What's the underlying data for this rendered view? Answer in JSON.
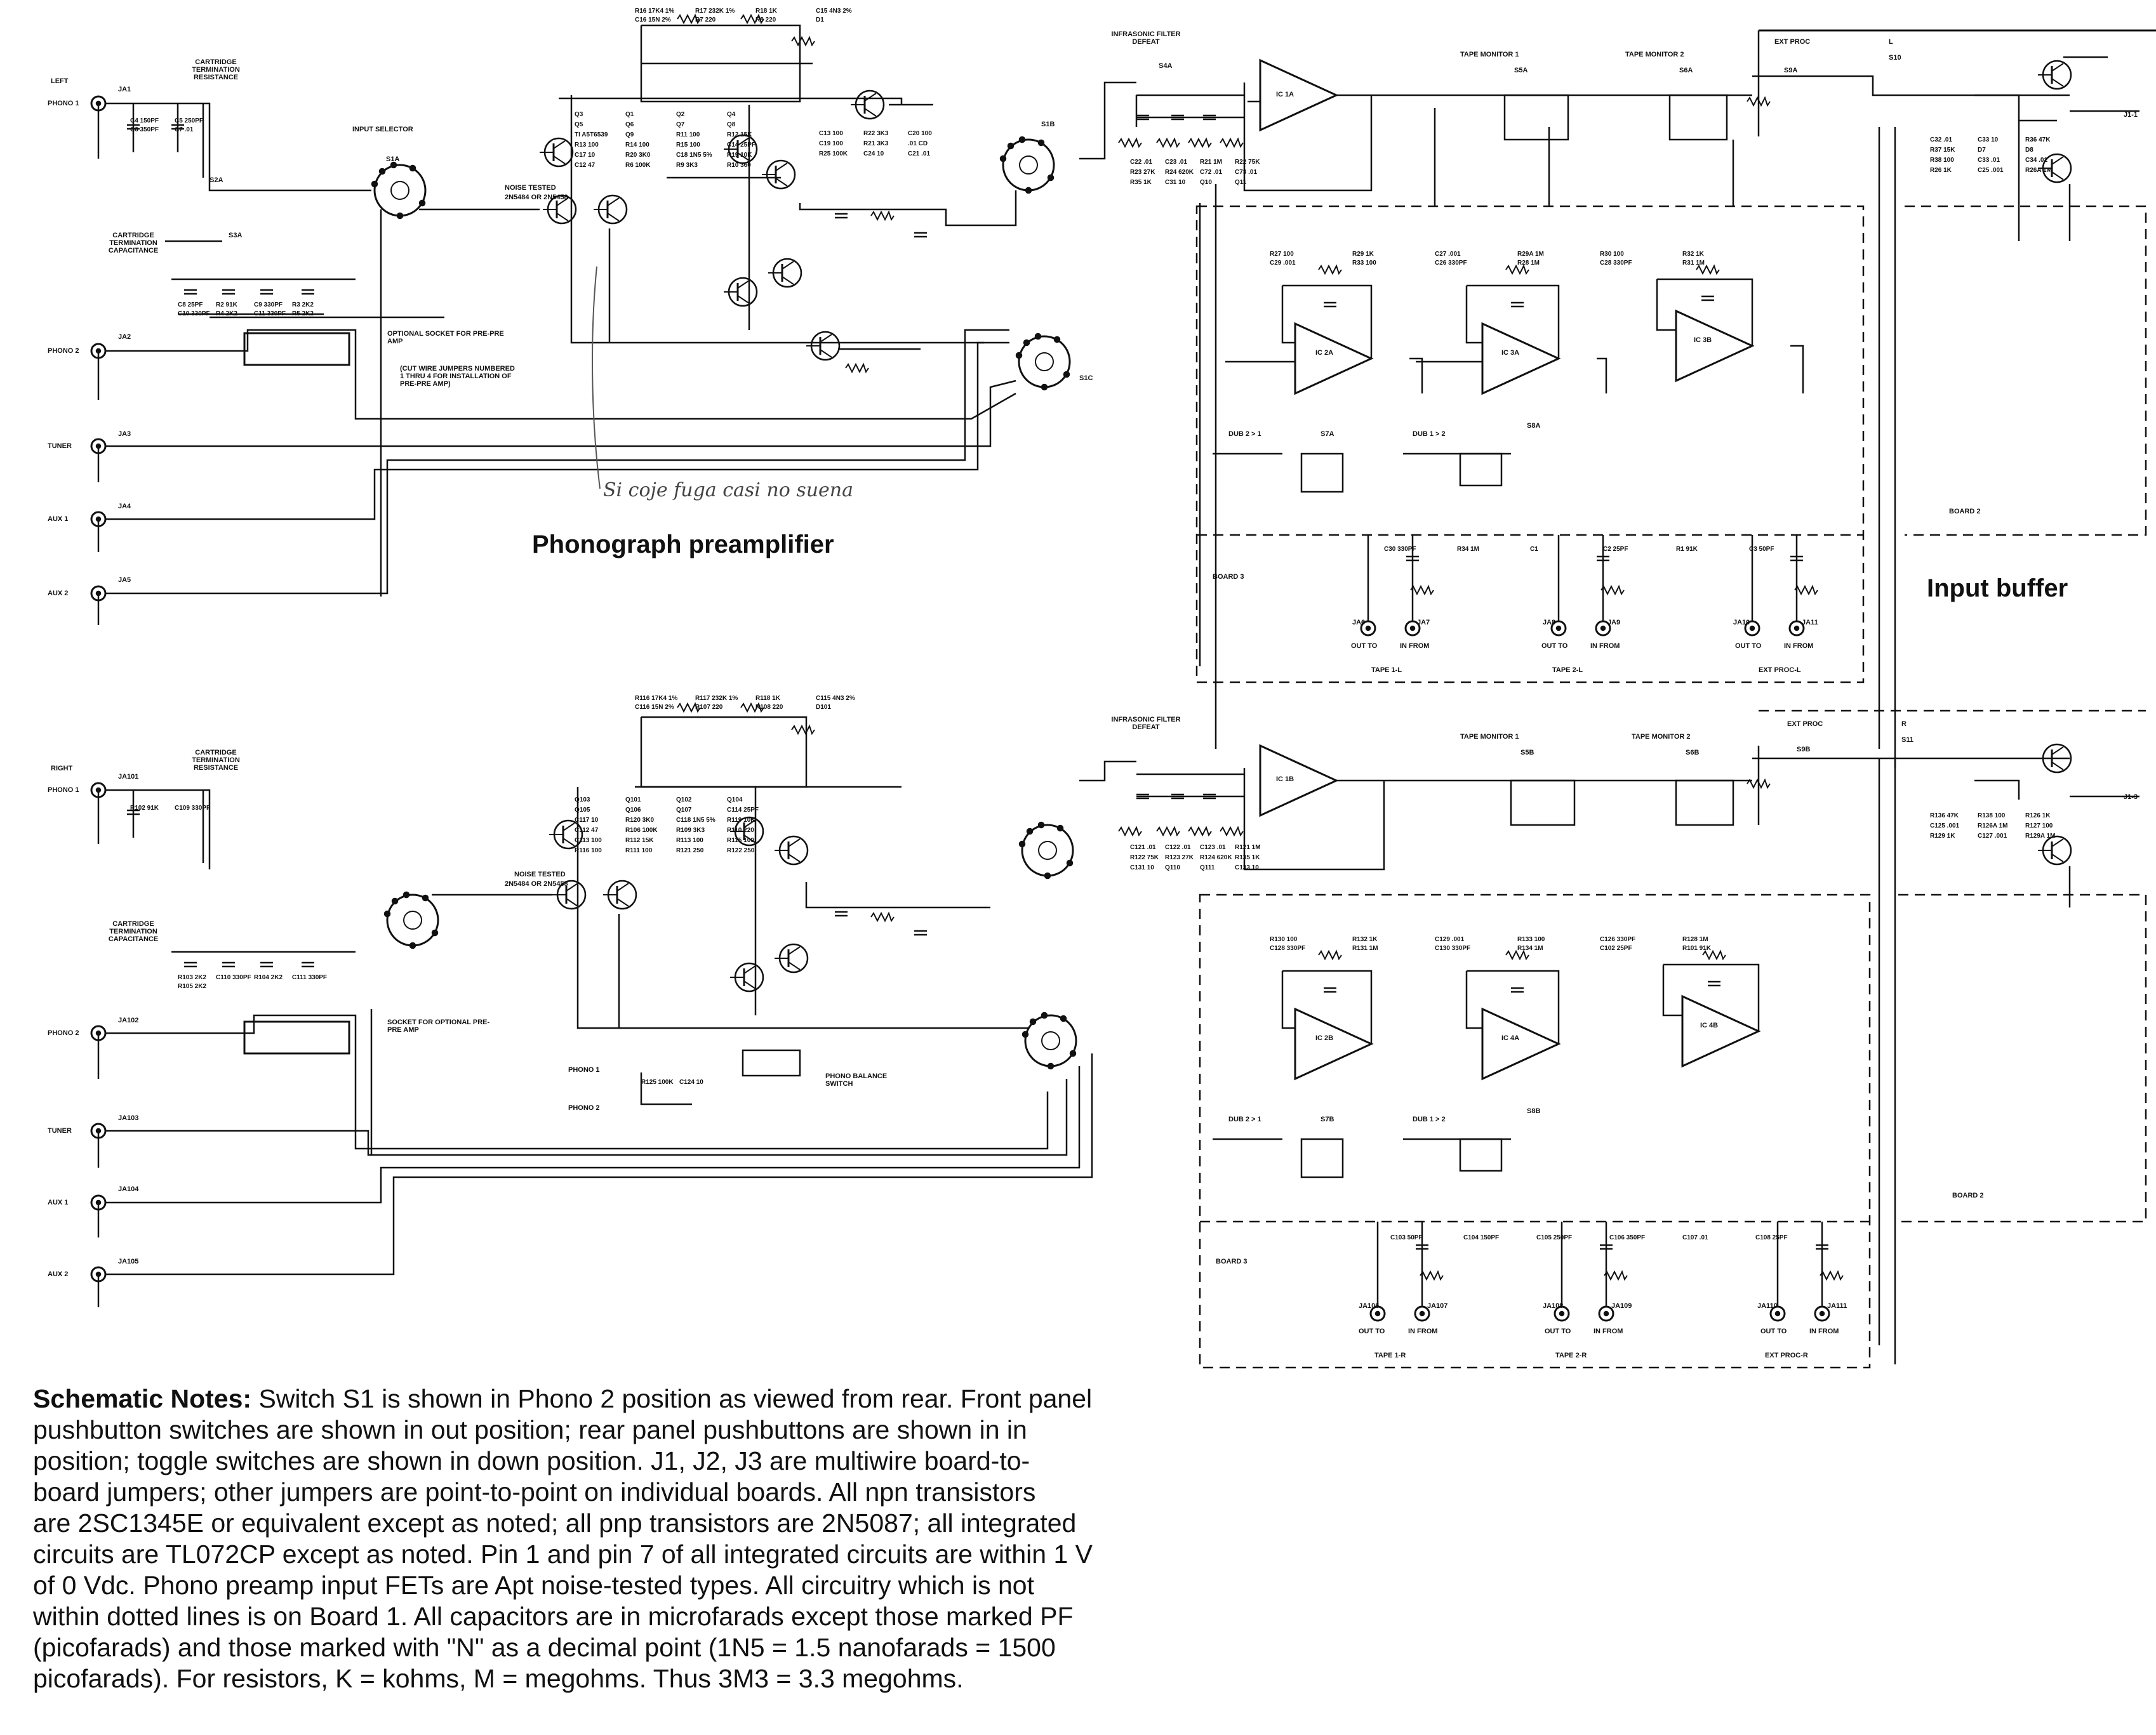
{
  "titles": {
    "phono_preamp": "Phonograph preamplifier",
    "input_buffer": "Input buffer",
    "handwritten_note": "Si coje fuga casi no suena"
  },
  "notes": {
    "heading": "Schematic Notes:",
    "lines": [
      "Switch S1 is shown in Phono 2 position as viewed from rear. Front panel",
      "pushbutton switches are shown in out position; rear panel pushbuttons are shown in in",
      "position; toggle switches are shown in down position. J1, J2, J3 are multiwire board-to-",
      "board jumpers; other jumpers are point-to-point on individual boards. All npn transistors",
      "are 2SC1345E or equivalent except as noted; all pnp transistors are 2N5087; all integrated",
      "circuits are TL072CP except as noted. Pin 1 and pin 7 of all integrated circuits are within 1 V",
      "of 0 Vdc. Phono preamp input FETs are Apt noise-tested types. All circuitry which is not",
      "within dotted lines is on Board 1. All capacitors are in microfarads except those marked PF",
      "(picofarads) and those marked with \"N\" as a decimal point (1N5 = 1.5 nanofarads = 1500",
      "picofarads). For resistors, K = kohms, M = megohms. Thus 3M3 = 3.3 megohms."
    ]
  },
  "left": {
    "channel": "LEFT",
    "inputs": [
      "PHONO 1",
      "PHONO 2",
      "TUNER",
      "AUX 1",
      "AUX 2"
    ],
    "jacks": [
      "JA1",
      "JA2",
      "JA3",
      "JA4",
      "JA5"
    ],
    "cartridge_resistance": "CARTRIDGE TERMINATION RESISTANCE",
    "cartridge_capacitance": "CARTRIDGE TERMINATION CAPACITANCE",
    "input_selector": "INPUT SELECTOR",
    "s1a": "S1A",
    "s1b": "S1B",
    "s1c": "S1C",
    "s2a": "S2A",
    "s3a": "S3A",
    "noise_tested": "NOISE TESTED",
    "fet_types": "2N5484 OR 2N5458",
    "socket_note": "OPTIONAL SOCKET FOR PRE-PRE AMP",
    "jumper_note": "(CUT WIRE JUMPERS NUMBERED 1 THRU 4 FOR INSTALLATION OF PRE-PRE AMP)",
    "infrasonic": "INFRASONIC FILTER DEFEAT",
    "s4a": "S4A",
    "ic1a": "IC 1A",
    "tape_monitor_1": "TAPE MONITOR 1",
    "tape_monitor_2": "TAPE MONITOR 2",
    "s5a": "S5A",
    "s6a": "S6A",
    "ext_proc": "EXT PROC",
    "s9a": "S9A",
    "l_label": "L",
    "s10": "S10",
    "j1_out": "J1-1",
    "ic2a": "IC 2A",
    "ic3a": "IC 3A",
    "ic3b": "IC 3B",
    "dub1": "DUB 2 > 1",
    "dub2": "DUB 1 > 2",
    "s7a": "S7A",
    "s8a": "S8A",
    "board3": "BOARD 3",
    "board2": "BOARD 2",
    "out_to": "OUT TO",
    "in_from": "IN FROM",
    "tape1": "TAPE 1-L",
    "tape2": "TAPE 2-L",
    "extproc_l": "EXT PROC-L",
    "out_jacks": [
      "JA6",
      "JA7",
      "JA8",
      "JA9",
      "JA10",
      "JA11"
    ]
  },
  "right": {
    "channel": "RIGHT",
    "inputs": [
      "PHONO 1",
      "PHONO 2",
      "TUNER",
      "AUX 1",
      "AUX 2"
    ],
    "jacks": [
      "JA101",
      "JA102",
      "JA103",
      "JA104",
      "JA105"
    ],
    "cartridge_resistance": "CARTRIDGE TERMINATION RESISTANCE",
    "cartridge_capacitance": "CARTRIDGE TERMINATION CAPACITANCE",
    "noise_tested": "NOISE TESTED",
    "fet_types": "2N5484 OR 2N5458",
    "socket_note": "SOCKET FOR OPTIONAL PRE-PRE AMP",
    "phono1": "PHONO 1",
    "phono2": "PHONO 2",
    "balance": "PHONO BALANCE SWITCH",
    "infrasonic": "INFRASONIC FILTER DEFEAT",
    "ic1b": "IC 1B",
    "tape_monitor_1": "TAPE MONITOR 1",
    "tape_monitor_2": "TAPE MONITOR 2",
    "s5b": "S5B",
    "s6b": "S6B",
    "ext_proc": "EXT PROC",
    "s9b": "S9B",
    "r_label": "R",
    "s11": "S11",
    "j1_out": "J1-3",
    "ic2b": "IC 2B",
    "ic4a": "IC 4A",
    "ic4b": "IC 4B",
    "dub1": "DUB 2 > 1",
    "dub2": "DUB 1 > 2",
    "s7b": "S7B",
    "s8b": "S8B",
    "board3": "BOARD 3",
    "board2": "BOARD 2",
    "out_to": "OUT TO",
    "in_from": "IN FROM",
    "tape1": "TAPE 1-R",
    "tape2": "TAPE 2-R",
    "extproc_r": "EXT PROC-R",
    "out_jacks": [
      "JA106",
      "JA107",
      "JA108",
      "JA109",
      "JA110",
      "JA111"
    ]
  },
  "component_labels": {
    "left": [
      "R16 17K4 1%",
      "R17 232K 1%",
      "R18 1K",
      "C15 4N3 2%",
      "C16 15N 2%",
      "R7 220",
      "R8 220",
      "D1",
      "Q3",
      "Q1",
      "Q2",
      "Q4",
      "Q5",
      "Q6",
      "Q7",
      "Q8",
      "TI A5T6539",
      "Q9",
      "R11 100",
      "R12 15K",
      "R13 100",
      "R14 100",
      "R15 100",
      "C14 25PF",
      "C17 10",
      "R20 3K0",
      "C18 1N5 5%",
      "R19 10K",
      "C12 47",
      "R6 100K",
      "R9 3K3",
      "R10 360",
      "C13 100",
      "R22 3K3",
      "C20 100",
      "C19 100",
      "R21 3K3",
      ".01 CD",
      "R25 100K",
      "C24 10",
      "C21 .01",
      "C22 .01",
      "C23 .01",
      "R21 1M",
      "R22 75K",
      "R23 27K",
      "R24 620K",
      "C72 .01",
      "C73 .01",
      "R35 1K",
      "C31 10",
      "Q10",
      "Q11",
      "C32 .01",
      "C33 10",
      "R36 47K",
      "R37 15K",
      "D7",
      "D8",
      "R38 100",
      "C33 .01",
      "C34 .01",
      "R26 1K",
      "C25 .001",
      "R26A 1M",
      "R27 100",
      "R29 1K",
      "C27 .001",
      "R29A 1M",
      "R30 100",
      "R32 1K",
      "C29 .001",
      "R33 100",
      "C26 330PF",
      "R28 1M",
      "C28 330PF",
      "R31 1M",
      "C30 330PF",
      "R34 1M",
      "C1",
      "C2 25PF",
      "R1 91K",
      "C3 50PF",
      "C4 150PF",
      "C5 250PF",
      "C6 350PF",
      "C7 .01",
      "C8 25PF",
      "R2 91K",
      "C9 330PF",
      "R3 2K2",
      "C10 330PF",
      "R4 2K2",
      "C11 330PF",
      "R5 2K2"
    ],
    "right": [
      "R116 17K4 1%",
      "R117 232K 1%",
      "R118 1K",
      "C115 4N3 2%",
      "C116 15N 2%",
      "R107 220",
      "R108 220",
      "D101",
      "Q103",
      "Q101",
      "Q102",
      "Q104",
      "Q105",
      "Q106",
      "Q107",
      "C114 25PF",
      "C117 10",
      "R120 3K0",
      "C118 1N5 5%",
      "R119 10K",
      "C112 47",
      "R106 100K",
      "R109 3K3",
      "R110 220",
      "C113 100",
      "R112 15K",
      "R113 100",
      "R115 100",
      "R116 100",
      "R111 100",
      "R121 250",
      "R122 250",
      "R125 100K",
      "C124 10",
      "C121 .01",
      "C122 .01",
      "C123 .01",
      "R121 1M",
      "R122 75K",
      "R123 27K",
      "R124 620K",
      "R135 1K",
      "C131 10",
      "Q110",
      "Q111",
      "C133 10",
      "R136 47K",
      "R138 100",
      "R126 1K",
      "C125 .001",
      "R126A 1M",
      "R127 100",
      "R129 1K",
      "C127 .001",
      "R129A 1M",
      "R130 100",
      "R132 1K",
      "C129 .001",
      "R133 100",
      "C126 330PF",
      "R128 1M",
      "C128 330PF",
      "R131 1M",
      "C130 330PF",
      "R134 1M",
      "C102 25PF",
      "R101 91K",
      "C103 50PF",
      "C104 150PF",
      "C105 250PF",
      "C106 350PF",
      "C107 .01",
      "C108 25PF",
      "R102 91K",
      "C109 330PF",
      "R103 2K2",
      "C110 330PF",
      "R104 2K2",
      "C111 330PF",
      "R105 2K2"
    ]
  },
  "colors": {
    "ink": "#111111",
    "paper": "#ffffff",
    "pencil": "#555555"
  }
}
